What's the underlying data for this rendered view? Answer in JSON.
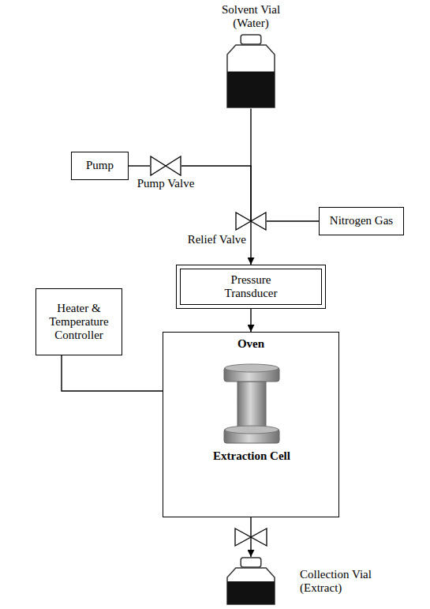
{
  "diagram": {
    "nodes": [
      {
        "text": [
          "Solvent Vial (Water)"
        ]
      },
      {
        "text": [
          "Pump"
        ]
      },
      {
        "text": [
          "Pump Valve"
        ]
      },
      {
        "text": [
          "Relief Valve"
        ]
      },
      {
        "text": [
          "Nitrogen Gas"
        ]
      },
      {
        "text": [
          "Pressure Transducer"
        ]
      },
      {
        "text": [
          "Heater & Temperature Controller"
        ]
      },
      {
        "text": [
          "Oven"
        ]
      },
      {
        "text": [
          "Extraction Cell"
        ],
        "in": 7
      },
      {
        "text": [
          "Collection Vial (Extract)"
        ]
      }
    ],
    "edges": [
      {
        "from": 1,
        "to": 2,
        "arrow": "none"
      },
      {
        "from": 2,
        "to": 3,
        "arrow": "none"
      },
      {
        "from": 0,
        "to": 3,
        "arrow": "none"
      },
      {
        "from": 4,
        "to": 3,
        "arrow": "none"
      },
      {
        "from": 3,
        "to": 5,
        "arrow": "to"
      },
      {
        "from": 5,
        "to": 7,
        "arrow": "to"
      },
      {
        "from": 6,
        "to": 7,
        "arrow": "none"
      },
      {
        "from": 7,
        "to": 9,
        "arrow": "to"
      }
    ]
  }
}
